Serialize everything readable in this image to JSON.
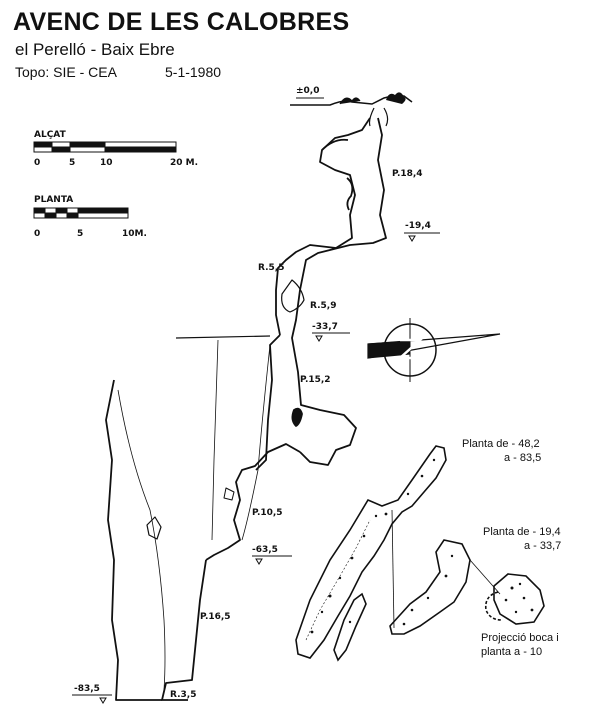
{
  "title": "AVENC DE LES CALOBRES",
  "subtitle": "el Perelló - Baix Ebre",
  "topo": "Topo: SIE - CEA",
  "date": "5-1-1980",
  "scale_alcat": {
    "label": "ALÇAT",
    "ticks": [
      "0",
      "5",
      "10",
      "20 M."
    ]
  },
  "scale_planta": {
    "label": "PLANTA",
    "ticks": [
      "0",
      "5",
      "10M."
    ]
  },
  "depths": [
    "±0,0",
    "-19,4",
    "-33,7",
    "-63,5",
    "-83,5"
  ],
  "pitches": [
    "P.18,4",
    "R.5,5",
    "R.5,9",
    "P.15,2",
    "P.10,5",
    "P.16,5",
    "R.3,5"
  ],
  "plan_notes": {
    "deep": [
      "Planta de - 48,2",
      "a  - 83,5"
    ],
    "mid": [
      "Planta de - 19,4",
      "a  - 33,7"
    ],
    "mouth": [
      "Projecció boca i",
      "planta a - 10"
    ]
  }
}
